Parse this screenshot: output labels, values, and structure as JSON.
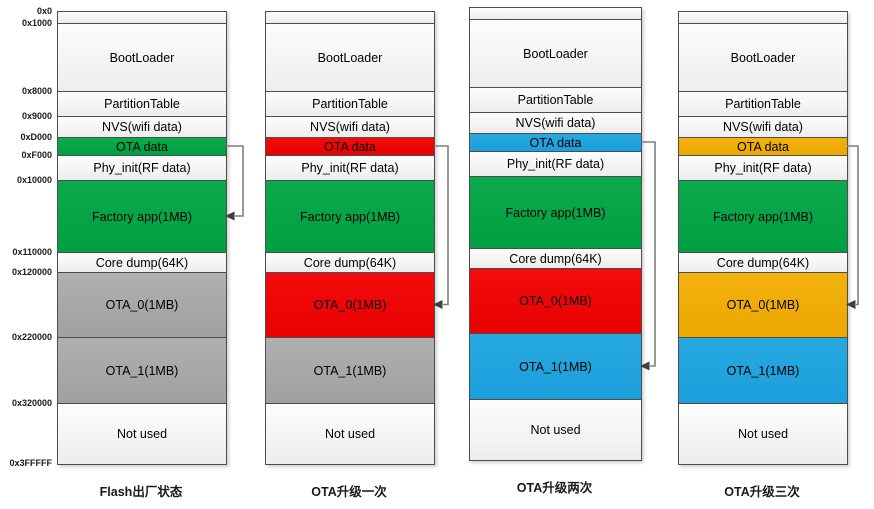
{
  "addresses": [
    "0x0",
    "0x1000",
    "0x8000",
    "0x9000",
    "0xD000",
    "0xF000",
    "0x10000",
    "0x110000",
    "0x120000",
    "0x220000",
    "0x320000",
    "0x3FFFFF"
  ],
  "colors": {
    "green": "#00A042",
    "red": "#EA0000",
    "blue": "#1B9FDB",
    "gold": "#EDA800",
    "gray": "#A9A9A9",
    "light_block": "#F2F2F2",
    "block_border": "#4D4D4D",
    "arrow_line": "#7F7F7F",
    "arrow_head": "#404040"
  },
  "columns": [
    {
      "caption": "Flash出厂状态",
      "arrow": {
        "from": "OTA data",
        "to": "Factory app(1MB)"
      },
      "blocks": [
        {
          "label": "",
          "color": "light"
        },
        {
          "label": "BootLoader",
          "color": "light"
        },
        {
          "label": "PartitionTable",
          "color": "light"
        },
        {
          "label": "NVS(wifi data)",
          "color": "light"
        },
        {
          "label": "OTA data",
          "color": "green"
        },
        {
          "label": "Phy_init(RF data)",
          "color": "light"
        },
        {
          "label": "Factory app(1MB)",
          "color": "green"
        },
        {
          "label": "Core dump(64K)",
          "color": "light"
        },
        {
          "label": "OTA_0(1MB)",
          "color": "gray"
        },
        {
          "label": "OTA_1(1MB)",
          "color": "gray"
        },
        {
          "label": "Not used",
          "color": "light"
        }
      ]
    },
    {
      "caption": "OTA升级一次",
      "arrow": {
        "from": "OTA data",
        "to": "OTA_0(1MB)"
      },
      "blocks": [
        {
          "label": "",
          "color": "light"
        },
        {
          "label": "BootLoader",
          "color": "light"
        },
        {
          "label": "PartitionTable",
          "color": "light"
        },
        {
          "label": "NVS(wifi data)",
          "color": "light"
        },
        {
          "label": "OTA data",
          "color": "red"
        },
        {
          "label": "Phy_init(RF data)",
          "color": "light"
        },
        {
          "label": "Factory app(1MB)",
          "color": "green"
        },
        {
          "label": "Core dump(64K)",
          "color": "light"
        },
        {
          "label": "OTA_0(1MB)",
          "color": "red"
        },
        {
          "label": "OTA_1(1MB)",
          "color": "gray"
        },
        {
          "label": "Not used",
          "color": "light"
        }
      ]
    },
    {
      "caption": "OTA升级两次",
      "arrow": {
        "from": "OTA data",
        "to": "OTA_1(1MB)"
      },
      "blocks": [
        {
          "label": "",
          "color": "light"
        },
        {
          "label": "BootLoader",
          "color": "light"
        },
        {
          "label": "PartitionTable",
          "color": "light"
        },
        {
          "label": "NVS(wifi data)",
          "color": "light"
        },
        {
          "label": "OTA data",
          "color": "blue"
        },
        {
          "label": "Phy_init(RF data)",
          "color": "light"
        },
        {
          "label": "Factory app(1MB)",
          "color": "green"
        },
        {
          "label": "Core dump(64K)",
          "color": "light"
        },
        {
          "label": "OTA_0(1MB)",
          "color": "red"
        },
        {
          "label": "OTA_1(1MB)",
          "color": "blue"
        },
        {
          "label": "Not used",
          "color": "light"
        }
      ]
    },
    {
      "caption": "OTA升级三次",
      "arrow": {
        "from": "OTA data",
        "to": "OTA_0(1MB)"
      },
      "blocks": [
        {
          "label": "",
          "color": "light"
        },
        {
          "label": "BootLoader",
          "color": "light"
        },
        {
          "label": "PartitionTable",
          "color": "light"
        },
        {
          "label": "NVS(wifi data)",
          "color": "light"
        },
        {
          "label": "OTA data",
          "color": "gold"
        },
        {
          "label": "Phy_init(RF data)",
          "color": "light"
        },
        {
          "label": "Factory app(1MB)",
          "color": "green"
        },
        {
          "label": "Core dump(64K)",
          "color": "light"
        },
        {
          "label": "OTA_0(1MB)",
          "color": "gold"
        },
        {
          "label": "OTA_1(1MB)",
          "color": "gold_none"
        },
        {
          "label": "Not used",
          "color": "light"
        }
      ]
    }
  ]
}
